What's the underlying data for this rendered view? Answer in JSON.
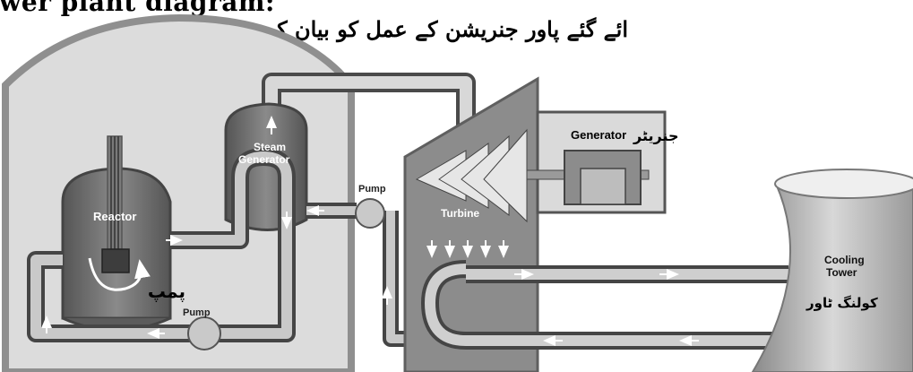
{
  "header": {
    "english": "power plant diagram:",
    "urdu": "ائے گئے پاور جنریشن کے عمل کو بیان کریں۔"
  },
  "labels": {
    "reactor": "Reactor",
    "steam_generator_line1": "Steam",
    "steam_generator_line2": "Generator",
    "pump_top": "Pump",
    "pump_bottom": "Pump",
    "pump_bottom_urdu": "پمپ",
    "turbine": "Turbine",
    "generator": "Generator",
    "generator_urdu": "جنریٹر",
    "cooling_line1": "Cooling",
    "cooling_line2": "Tower",
    "cooling_urdu": "کولنگ ٹاور"
  },
  "colors": {
    "containment": "#9a9a9a",
    "containment_fill": "#d9d9d9",
    "vessel": "#6e6e6e",
    "pipe_light": "#c4c4c4",
    "pipe_dark": "#3c3c3c",
    "turbine_body": "#7c7c7c",
    "tower": "#bdbdbd"
  }
}
